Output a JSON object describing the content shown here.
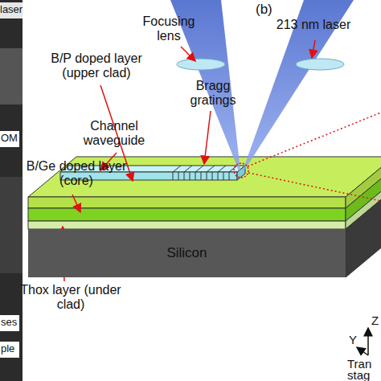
{
  "diagram": {
    "nodes": [
      {
        "text": [
          "Silicon"
        ]
      }
    ],
    "labels": [
      "laser",
      "OM",
      "ses",
      "ple",
      "(b)",
      "Focusing lens",
      "213 nm laser",
      "B/P doped layer (upper clad)",
      "Bragg gratings",
      "Channel waveguide",
      "B/Ge doped layer (core)",
      "Thox layer (under clad)",
      "Z",
      "Y",
      "Tran",
      "stag"
    ]
  }
}
